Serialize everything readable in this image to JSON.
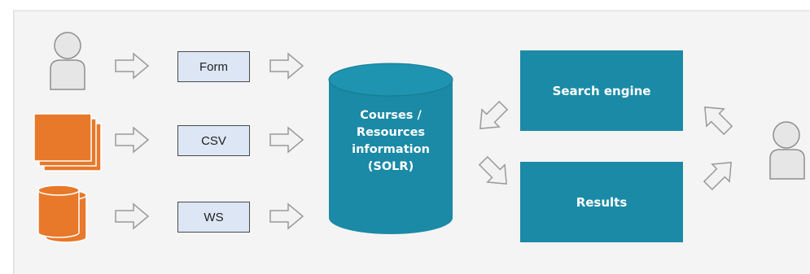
{
  "inputs": {
    "form_label": "Form",
    "csv_label": "CSV",
    "ws_label": "WS"
  },
  "repository": {
    "line1": "Courses /",
    "line2": "Resources",
    "line3": "information",
    "line4": "(SOLR)"
  },
  "search": {
    "engine_label": "Search engine",
    "results_label": "Results"
  },
  "colors": {
    "teal": "#1a8aa6",
    "orange": "#e8782a",
    "input_fill": "#dce6f4",
    "arrow_fill": "#f2f2f2",
    "arrow_stroke": "#9a9a9a",
    "person_fill": "#e6e6e6"
  },
  "icons": [
    "user-icon",
    "documents-icon",
    "database-icon",
    "arrow-icon"
  ]
}
